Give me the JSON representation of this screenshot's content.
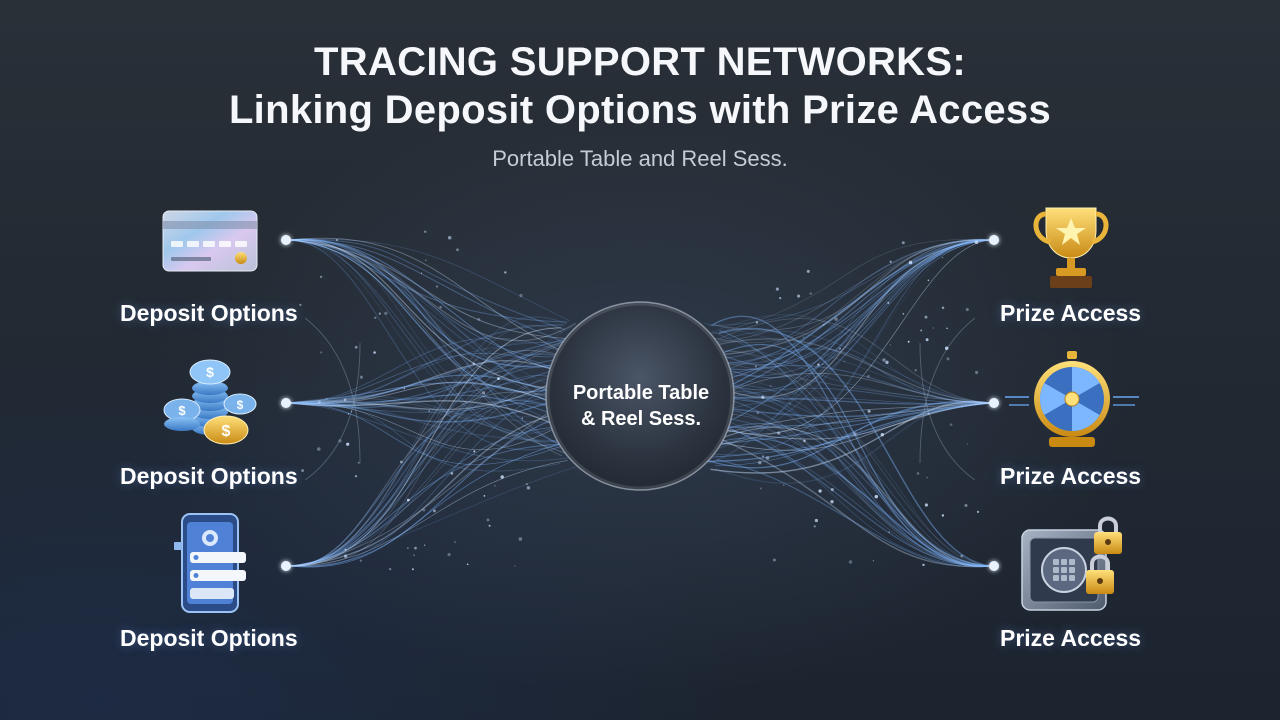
{
  "header": {
    "title_line_1": "TRACING SUPPORT NETWORKS:",
    "title_line_2": "Linking Deposit Options with Prize Access",
    "subtitle": "Portable Table and Reel Sess."
  },
  "hub": {
    "label_line_1": "Portable Table",
    "label_line_2": "& Reel Sess."
  },
  "left_nodes": [
    {
      "label": "Deposit Options",
      "icon": "credit-card-icon"
    },
    {
      "label": "Deposit Options",
      "icon": "coin-stack-icon"
    },
    {
      "label": "Deposit Options",
      "icon": "mobile-wallet-icon"
    }
  ],
  "right_nodes": [
    {
      "label": "Prize Access",
      "icon": "trophy-icon"
    },
    {
      "label": "Prize Access",
      "icon": "prize-wheel-icon"
    },
    {
      "label": "Prize Access",
      "icon": "vault-lock-icon"
    }
  ],
  "colors": {
    "background": "#232a33",
    "line": "#7fb6ff",
    "line_glow": "#cfe4ff",
    "text": "#ffffff",
    "subtitle": "#c6ccd6"
  }
}
